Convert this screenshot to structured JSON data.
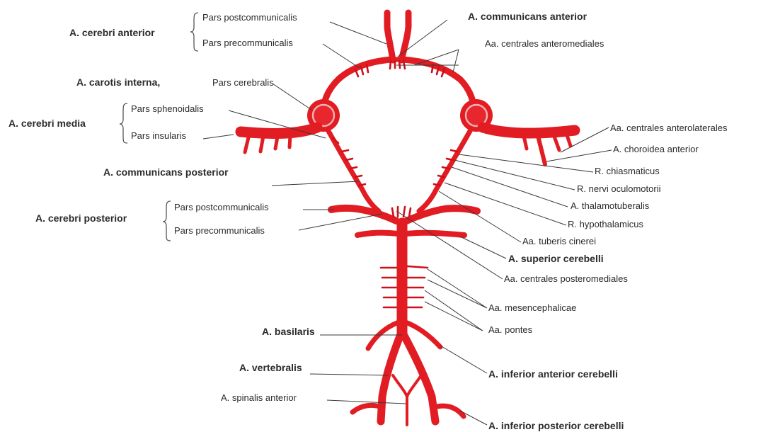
{
  "labels": {
    "cerebri_anterior": "A. cerebri anterior",
    "aca_post": "Pars postcommunicalis",
    "aca_pre": "Pars precommunicalis",
    "communicans_anterior": "A. communicans anterior",
    "centrales_anteromediales": "Aa. centrales anteromediales",
    "carotis_interna": "A. carotis interna,",
    "pars_cerebralis": "Pars cerebralis",
    "cerebri_media": "A. cerebri media",
    "mca_sphenoidalis": "Pars sphenoidalis",
    "mca_insularis": "Pars insularis",
    "centrales_anterolaterales": "Aa. centrales anterolaterales",
    "choroidea_anterior": "A. choroidea anterior",
    "chiasmaticus": "R. chiasmaticus",
    "nervi_oculomotorii": "R. nervi oculomotorii",
    "thalamotuberalis": "A. thalamotuberalis",
    "communicans_posterior": "A. communicans posterior",
    "cerebri_posterior": "A. cerebri posterior",
    "pca_post": "Pars postcommunicalis",
    "pca_pre": "Pars precommunicalis",
    "hypothalamicus": "R. hypothalamicus",
    "tuberis_cinerei": "Aa. tuberis cinerei",
    "superior_cerebelli": "A. superior cerebelli",
    "centrales_posteromediales": "Aa. centrales posteromediales",
    "mesencephalicae": "Aa. mesencephalicae",
    "pontes": "Aa. pontes",
    "basilaris": "A. basilaris",
    "vertebralis": "A. vertebralis",
    "inferior_anterior_cerebelli": "A. inferior anterior cerebelli",
    "spinalis_anterior": "A. spinalis anterior",
    "inferior_posterior_cerebelli": "A. inferior posterior cerebelli"
  },
  "colors": {
    "artery": "#e21c23",
    "artery_dark": "#b8121a",
    "text": "#2b2b2b",
    "leader": "#3a3a3a"
  }
}
